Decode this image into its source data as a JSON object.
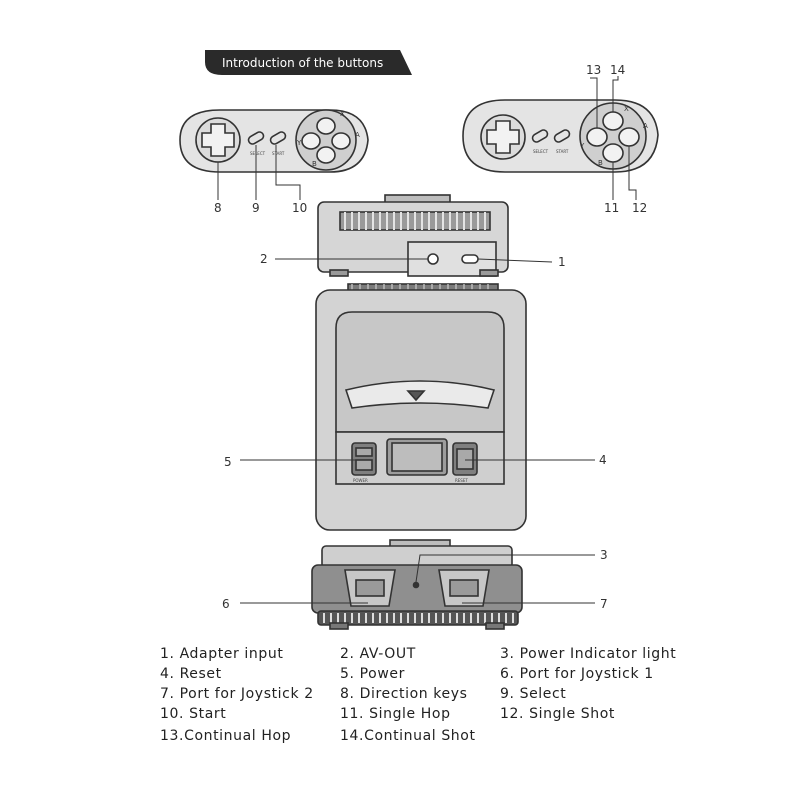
{
  "banner": {
    "title": "Introduction of the buttons"
  },
  "controller_left": {
    "select_label": "SELECT",
    "start_label": "START",
    "face_labels": {
      "x": "X",
      "y": "Y",
      "a": "A",
      "b": "B"
    },
    "callouts": [
      "8",
      "9",
      "10"
    ]
  },
  "controller_right": {
    "select_label": "SELECT",
    "start_label": "START",
    "face_labels": {
      "x": "X",
      "y": "Y",
      "a": "A",
      "b": "B"
    },
    "callouts": [
      "13",
      "14",
      "11",
      "12"
    ]
  },
  "console_front": {
    "callouts": [
      "2",
      "1"
    ]
  },
  "console_top": {
    "power_label": "POWER",
    "reset_label": "RESET",
    "callouts": [
      "5",
      "4"
    ]
  },
  "console_back": {
    "callouts": [
      "3",
      "6",
      "7"
    ]
  },
  "legend": {
    "rows": [
      [
        "1. Adapter input",
        "2. AV-OUT",
        "3. Power Indicator light"
      ],
      [
        "4. Reset",
        "5. Power",
        "6. Port for Joystick 1"
      ],
      [
        "7. Port for Joystick 2",
        "8. Direction keys",
        "9. Select"
      ],
      [
        "10. Start",
        "11. Single Hop",
        "12. Single Shot"
      ],
      [
        "13.Continual Hop",
        "14.Continual Shot",
        ""
      ]
    ]
  },
  "colors": {
    "body": "#d6d6d6",
    "dark": "#8c8c8c",
    "line": "#333333",
    "banner": "#2a2a2a"
  }
}
